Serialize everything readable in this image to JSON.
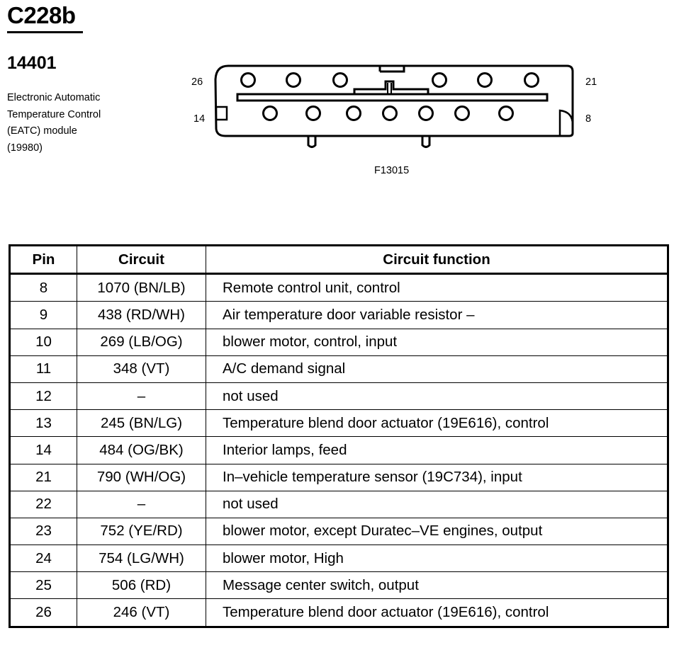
{
  "header": {
    "connector_id": "C228b",
    "part_number": "14401",
    "description_lines": [
      "Electronic Automatic",
      "Temperature Control",
      "(EATC) module",
      "(19980)"
    ]
  },
  "diagram": {
    "pin_labels": {
      "top_left": "26",
      "top_right": "21",
      "bottom_left": "14",
      "bottom_right": "8"
    },
    "figure_code": "F13015"
  },
  "table": {
    "headers": [
      "Pin",
      "Circuit",
      "Circuit function"
    ],
    "rows": [
      {
        "pin": "8",
        "circuit": "1070 (BN/LB)",
        "function": "Remote control unit, control"
      },
      {
        "pin": "9",
        "circuit": "438 (RD/WH)",
        "function": "Air temperature door variable resistor –"
      },
      {
        "pin": "10",
        "circuit": "269 (LB/OG)",
        "function": "blower motor, control, input"
      },
      {
        "pin": "11",
        "circuit": "348 (VT)",
        "function": "A/C demand signal"
      },
      {
        "pin": "12",
        "circuit": "–",
        "function": "not used"
      },
      {
        "pin": "13",
        "circuit": "245 (BN/LG)",
        "function": "Temperature blend door actuator (19E616), control"
      },
      {
        "pin": "14",
        "circuit": "484 (OG/BK)",
        "function": "Interior lamps, feed"
      },
      {
        "pin": "21",
        "circuit": "790 (WH/OG)",
        "function": "In–vehicle temperature sensor (19C734), input"
      },
      {
        "pin": "22",
        "circuit": "–",
        "function": "not used"
      },
      {
        "pin": "23",
        "circuit": "752 (YE/RD)",
        "function": "blower motor, except Duratec–VE engines, output"
      },
      {
        "pin": "24",
        "circuit": "754 (LG/WH)",
        "function": "blower motor, High"
      },
      {
        "pin": "25",
        "circuit": "506 (RD)",
        "function": "Message center switch, output"
      },
      {
        "pin": "26",
        "circuit": "246 (VT)",
        "function": "Temperature blend door actuator (19E616), control"
      }
    ]
  }
}
